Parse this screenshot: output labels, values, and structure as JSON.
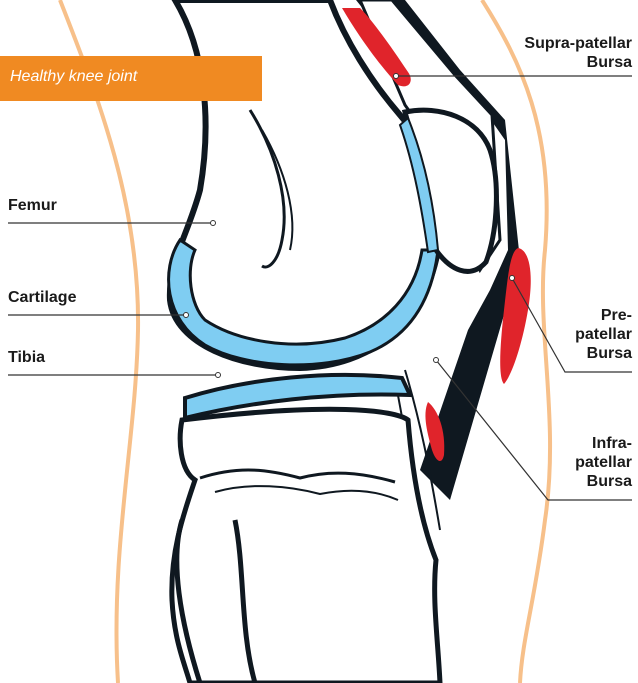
{
  "title": "Healthy knee joint",
  "colors": {
    "banner": "#F08A22",
    "skin_outline": "#F7C08A",
    "cartilage": "#7FCDF2",
    "bursa": "#E0242B",
    "bone_outline": "#0F1820",
    "text": "#1a1a1a"
  },
  "labels": {
    "femur": "Femur",
    "cartilage": "Cartilage",
    "tibia": "Tibia",
    "supra_1": "Supra-patellar",
    "supra_2": "Bursa",
    "pre_1": "Pre-",
    "pre_2": "patellar",
    "pre_3": "Bursa",
    "infra_1": "Infra-",
    "infra_2": "patellar",
    "infra_3": "Bursa"
  }
}
